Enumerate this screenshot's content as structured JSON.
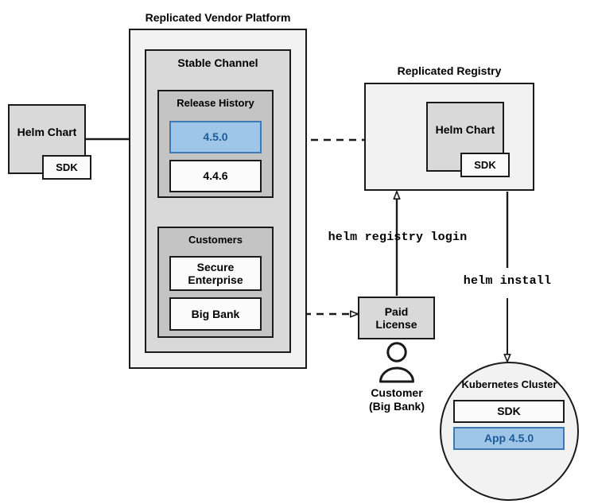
{
  "diagram": {
    "title_platform": "Replicated Vendor Platform",
    "title_registry": "Replicated Registry"
  },
  "platform": {
    "label": "Replicated Vendor Platform",
    "channel": {
      "label": "Stable Channel",
      "release_history": {
        "label": "Release History",
        "releases": [
          {
            "version": "4.5.0",
            "highlighted": true
          },
          {
            "version": "4.4.6",
            "highlighted": false
          }
        ]
      },
      "customers": {
        "label": "Customers",
        "items": [
          {
            "name": "Secure\nEnterprise"
          },
          {
            "name": "Big Bank"
          }
        ]
      }
    }
  },
  "source_chart": {
    "label": "Helm Chart",
    "sdk_label": "SDK"
  },
  "registry": {
    "label": "Replicated Registry",
    "chart": {
      "label": "Helm Chart",
      "sdk_label": "SDK"
    }
  },
  "license": {
    "label": "Paid\nLicense"
  },
  "customer_actor": {
    "label": "Customer\n(Big Bank)",
    "icon": "person-icon"
  },
  "cluster": {
    "label": "Kubernetes Cluster",
    "components": [
      {
        "name": "SDK",
        "highlighted": false
      },
      {
        "name": "App 4.5.0",
        "highlighted": true
      }
    ]
  },
  "commands": {
    "registry_login": "helm registry login",
    "install": "helm install"
  },
  "colors": {
    "accent_blue_fill": "#9fc5e8",
    "accent_blue_border": "#3d7ab5",
    "accent_blue_text": "#1f5c96",
    "stroke": "#1a1a1a",
    "fill_light": "#f2f2f2",
    "fill_mid": "#d9d9d9",
    "fill_dark": "#c4c4c4",
    "fill_white": "#fbfbfb"
  }
}
